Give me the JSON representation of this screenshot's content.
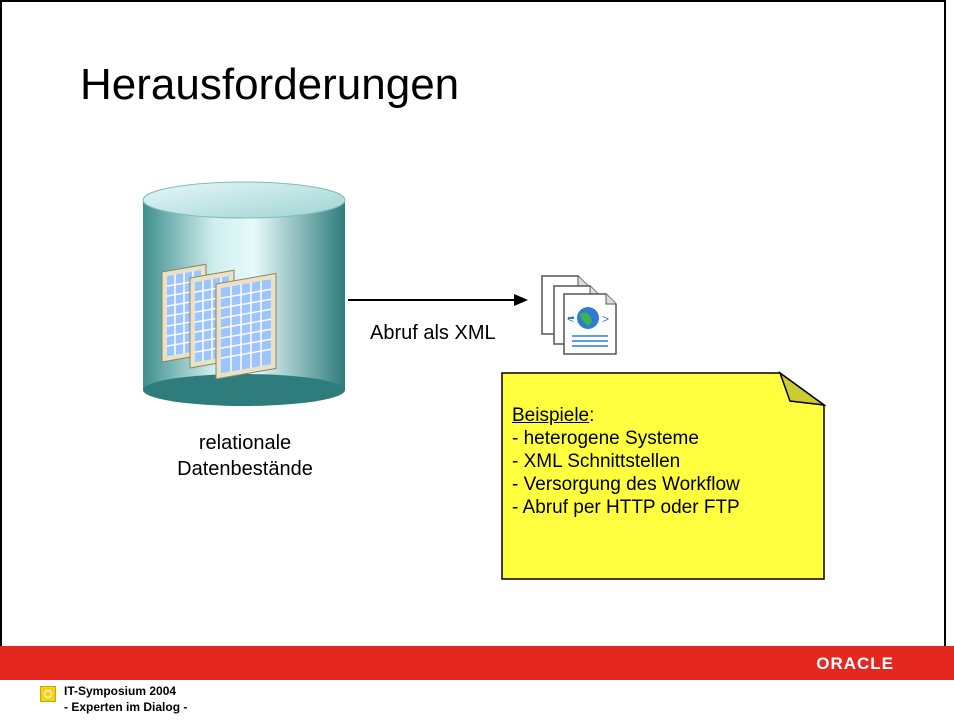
{
  "slide": {
    "title": "Herausforderungen"
  },
  "database": {
    "icon": "database-icon",
    "caption_line1": "relationale",
    "caption_line2": "Datenbestände"
  },
  "flow": {
    "arrow_label": "Abruf als XML",
    "target_icon": "xml-document-icon"
  },
  "note": {
    "heading": "Beispiele",
    "heading_suffix": ":",
    "items": [
      "- heterogene Systeme",
      "- XML Schnittstellen",
      "- Versorgung des Workflow",
      "- Abruf per HTTP oder FTP"
    ],
    "color": "#ffff40"
  },
  "footer": {
    "brand": "ORACLE",
    "event_name": "IT-Symposium 2004",
    "event_tagline": "- Experten im Dialog -",
    "bar_color": "#e4281f"
  }
}
